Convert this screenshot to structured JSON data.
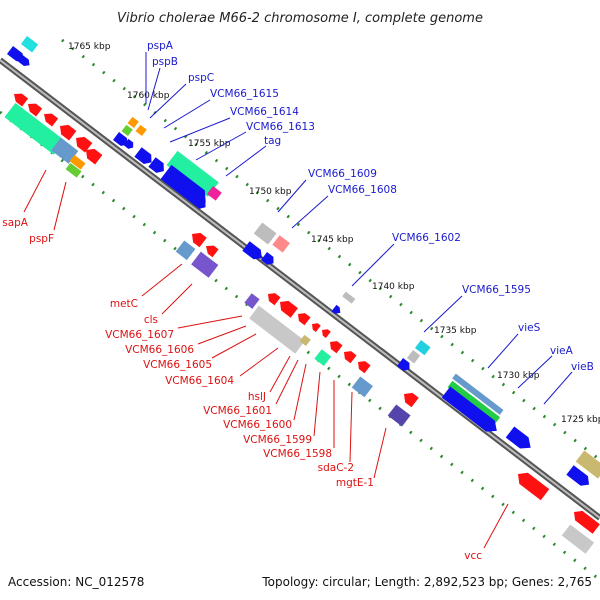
{
  "title": "Vibrio cholerae M66-2 chromosome I, complete genome",
  "footer": {
    "accession": "Accession: NC_012578",
    "topology": "Topology: circular; Length: 2,892,523 bp; Genes: 2,765"
  },
  "colors": {
    "strand_pos_label": "#1a1acc",
    "strand_neg_label": "#dd1111",
    "backbone": "#777777",
    "ruler_dots": "#2a8a2a"
  },
  "ticks": [
    "1765 kbp",
    "1760 kbp",
    "1755 kbp",
    "1750 kbp",
    "1745 kbp",
    "1740 kbp",
    "1735 kbp",
    "1730 kbp",
    "1725 kbp"
  ],
  "labels_top": [
    "pspA",
    "pspB",
    "pspC",
    "VCM66_1615",
    "VCM66_1614",
    "VCM66_1613",
    "tag",
    "VCM66_1609",
    "VCM66_1608",
    "VCM66_1602",
    "VCM66_1595",
    "vieS",
    "vieA",
    "vieB"
  ],
  "labels_bottom": [
    "sapA",
    "pspF",
    "metC",
    "cls",
    "VCM66_1607",
    "VCM66_1606",
    "VCM66_1605",
    "VCM66_1604",
    "hslJ",
    "VCM66_1601",
    "VCM66_1600",
    "VCM66_1599",
    "VCM66_1598",
    "sdaC-2",
    "mgtE-1",
    "vcc"
  ]
}
